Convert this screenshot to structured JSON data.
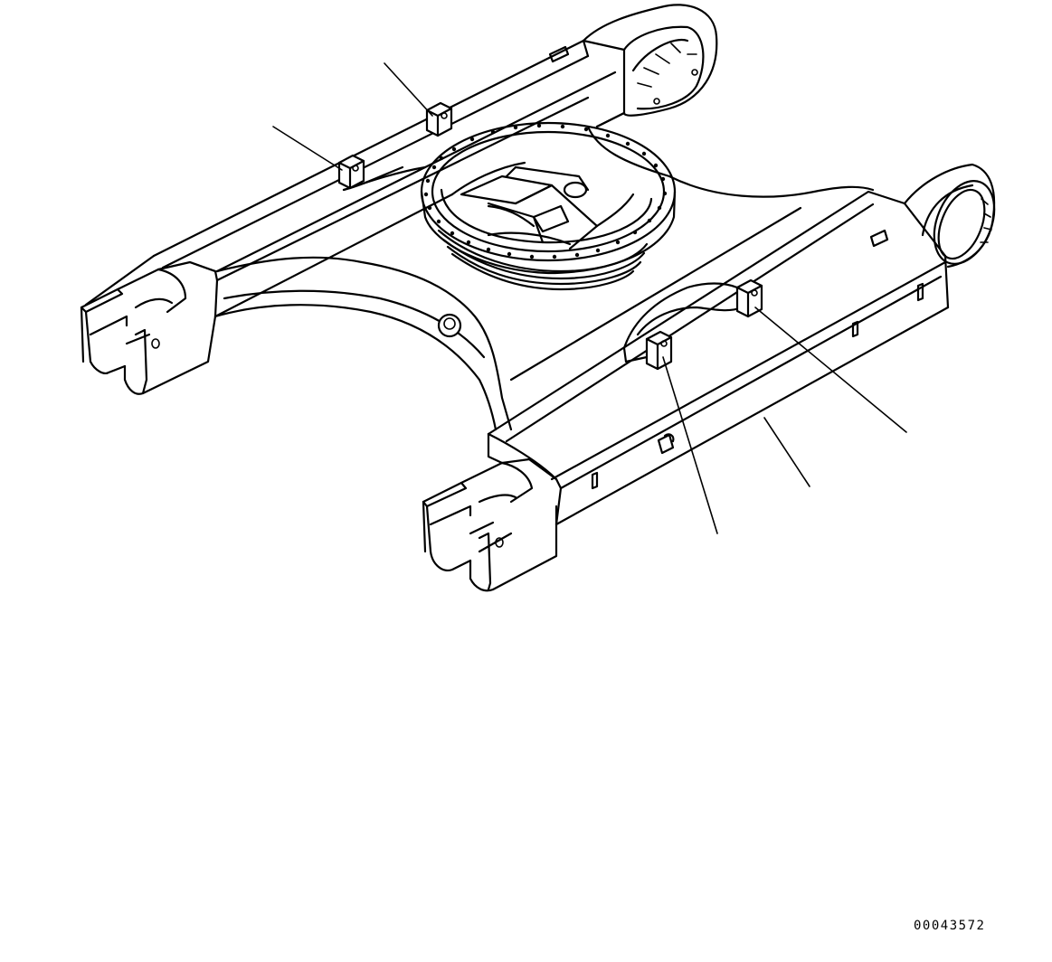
{
  "figure": {
    "id_label": "00043572",
    "subject": "track-frame",
    "callout_count": 5
  },
  "colors": {
    "ink": "#000000",
    "paper": "#ffffff"
  }
}
